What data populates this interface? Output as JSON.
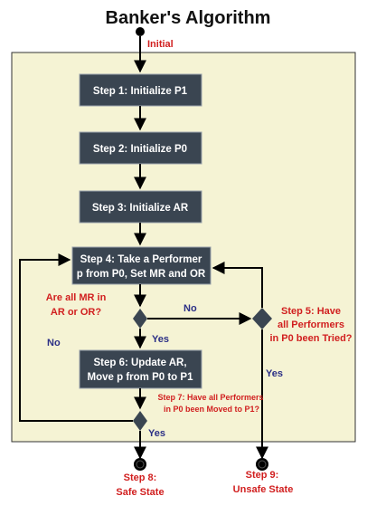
{
  "title": "Banker's Algorithm",
  "initial_label": "Initial",
  "steps": {
    "s1": "Step 1: Initialize P1",
    "s2": "Step 2: Initialize P0",
    "s3": "Step 3: Initialize AR",
    "s4": [
      "Step 4: Take a Performer",
      "p from P0, Set MR and OR"
    ],
    "s6": [
      "Step 6: Update AR,",
      "Move p from P0 to P1"
    ]
  },
  "questions": {
    "q_mr": [
      "Are all MR in",
      "AR or OR?"
    ],
    "q5": [
      "Step 5: Have",
      "all Performers",
      "in P0 been Tried?"
    ],
    "q7": [
      "Step 7: Have all Performers",
      "in P0 been Moved to P1?"
    ]
  },
  "edges": {
    "no_right": "No",
    "no_left": "No",
    "yes_down": "Yes",
    "yes_step5": "Yes",
    "yes_step7": "Yes"
  },
  "finals": {
    "step8": [
      "Step 8:",
      "Safe State"
    ],
    "step9": [
      "Step 9:",
      "Unsafe State"
    ]
  },
  "colors": {
    "panel": "#f5f3d4",
    "box": "#3a4551",
    "line": "#000000",
    "red": "#d11f1f",
    "blue": "#2b2f86"
  }
}
